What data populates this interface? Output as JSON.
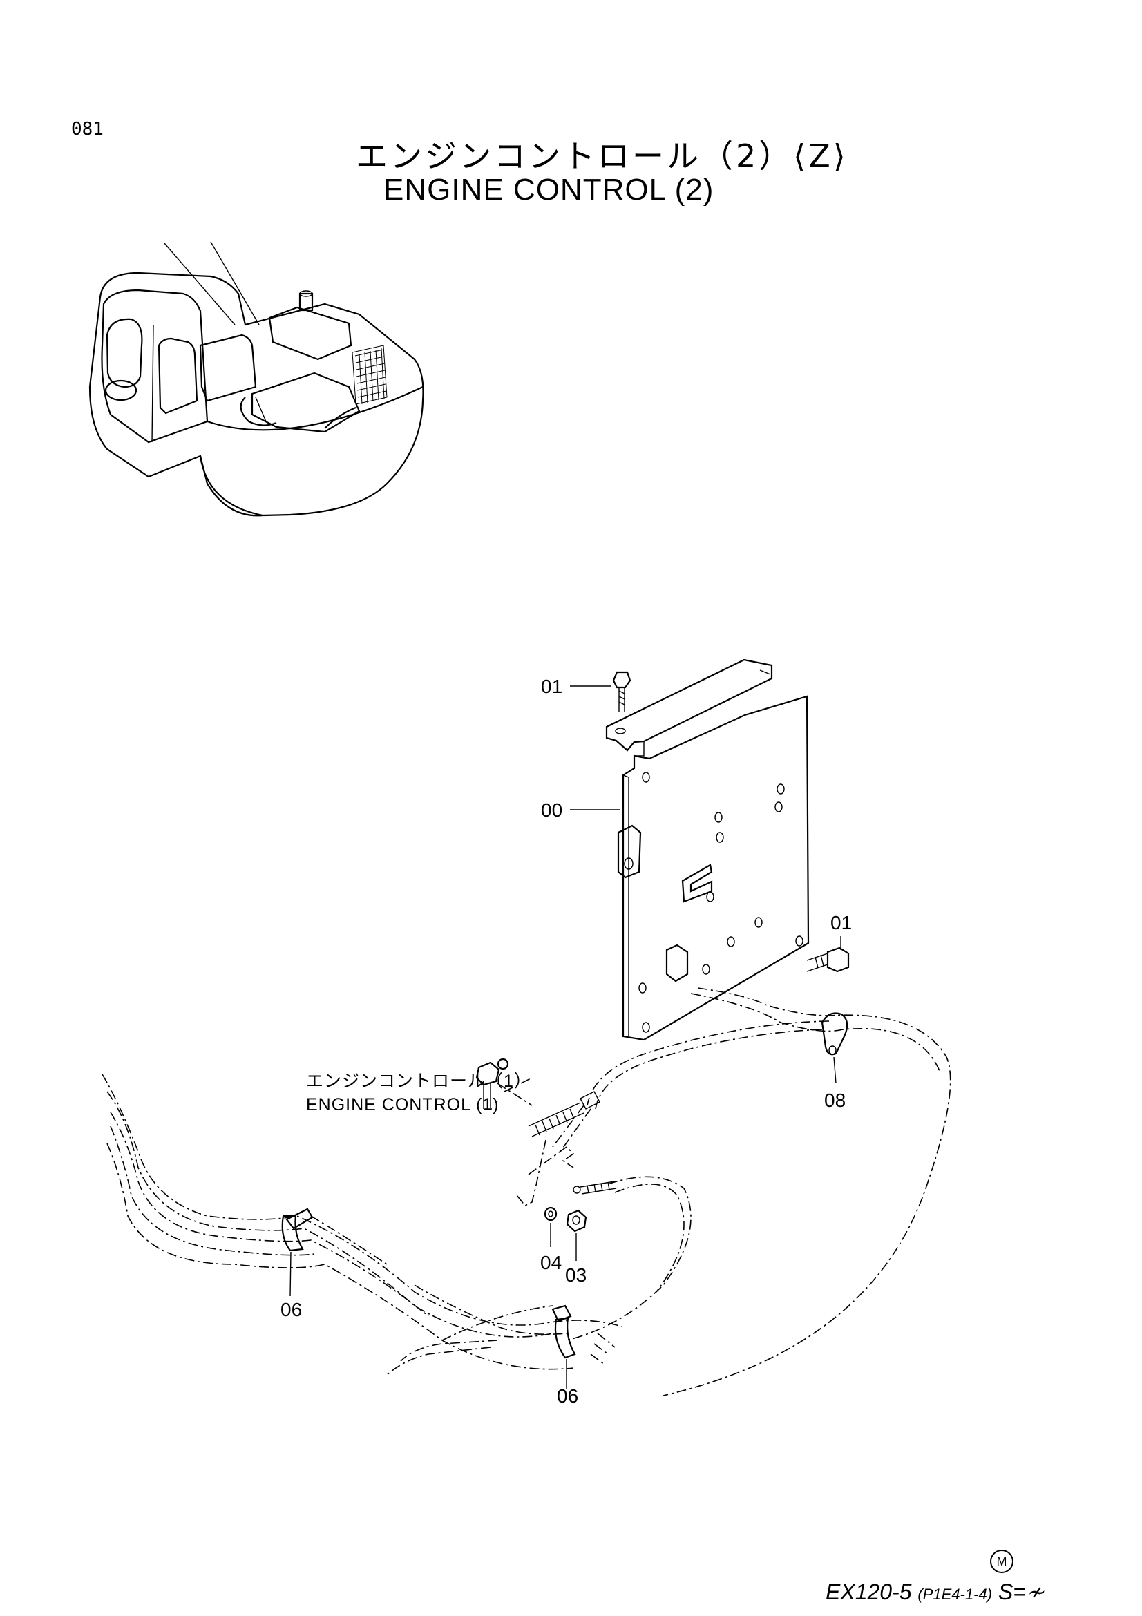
{
  "page": {
    "number": "081",
    "title_jp": "エンジンコントロール（2）⟨Z⟩",
    "title_en": "ENGINE  CONTROL (2)"
  },
  "callouts": [
    {
      "id": "01",
      "label": "01"
    },
    {
      "id": "00",
      "label": "00"
    },
    {
      "id": "01b",
      "label": "01"
    },
    {
      "id": "08",
      "label": "08"
    },
    {
      "id": "04",
      "label": "04"
    },
    {
      "id": "03",
      "label": "03"
    },
    {
      "id": "06a",
      "label": "06"
    },
    {
      "id": "06b",
      "label": "06"
    }
  ],
  "note": {
    "jp": "エンジンコントロール（1）",
    "en": "ENGINE  CONTROL (1)"
  },
  "footer": {
    "model": "EX120-5",
    "code": "(P1E4-1-4)",
    "scale": "S=≁",
    "mark": "M"
  },
  "icons": [
    "excavator-overview-illustration",
    "control-bracket-plate",
    "control-cable",
    "wire-harness"
  ]
}
